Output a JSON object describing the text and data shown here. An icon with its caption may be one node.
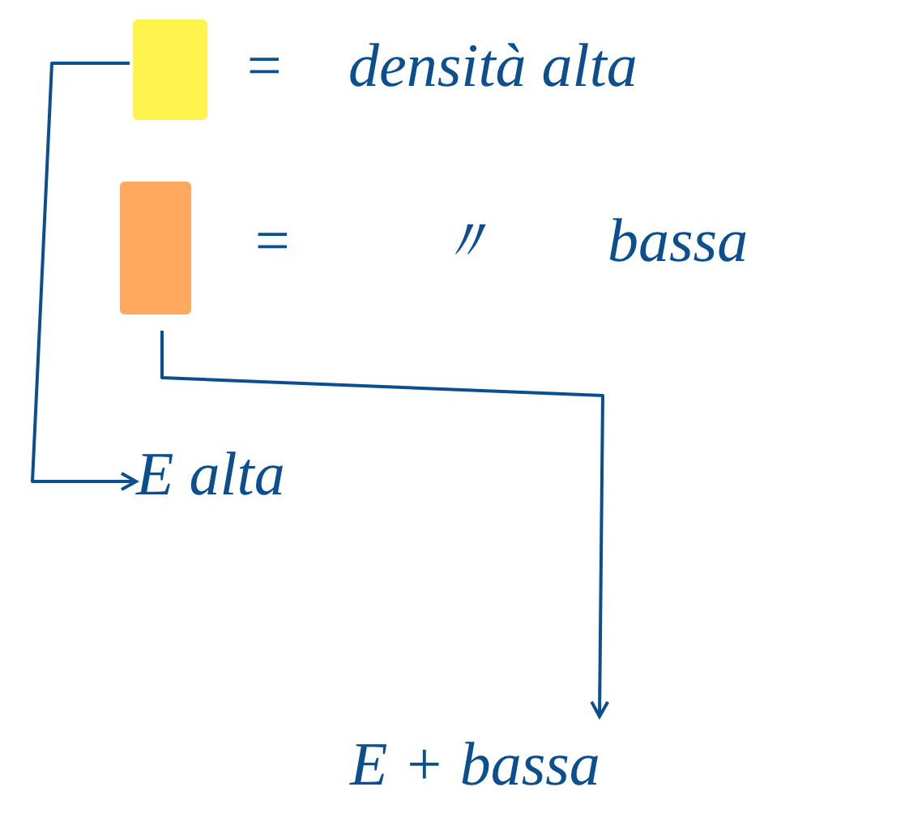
{
  "diagram": {
    "nodes": [
      {
        "text": [],
        "shape": "box",
        "beside": [
          "=",
          "densità alta"
        ]
      },
      {
        "text": [],
        "shape": "box",
        "beside": [
          "=",
          "〃",
          "bassa"
        ]
      },
      {
        "text": [
          "E alta"
        ]
      },
      {
        "text": [
          "E + bassa"
        ]
      }
    ],
    "edges": [
      {
        "from": 0,
        "to": 2,
        "arrow": "to"
      },
      {
        "from": 1,
        "to": 3,
        "arrow": "to"
      }
    ]
  }
}
